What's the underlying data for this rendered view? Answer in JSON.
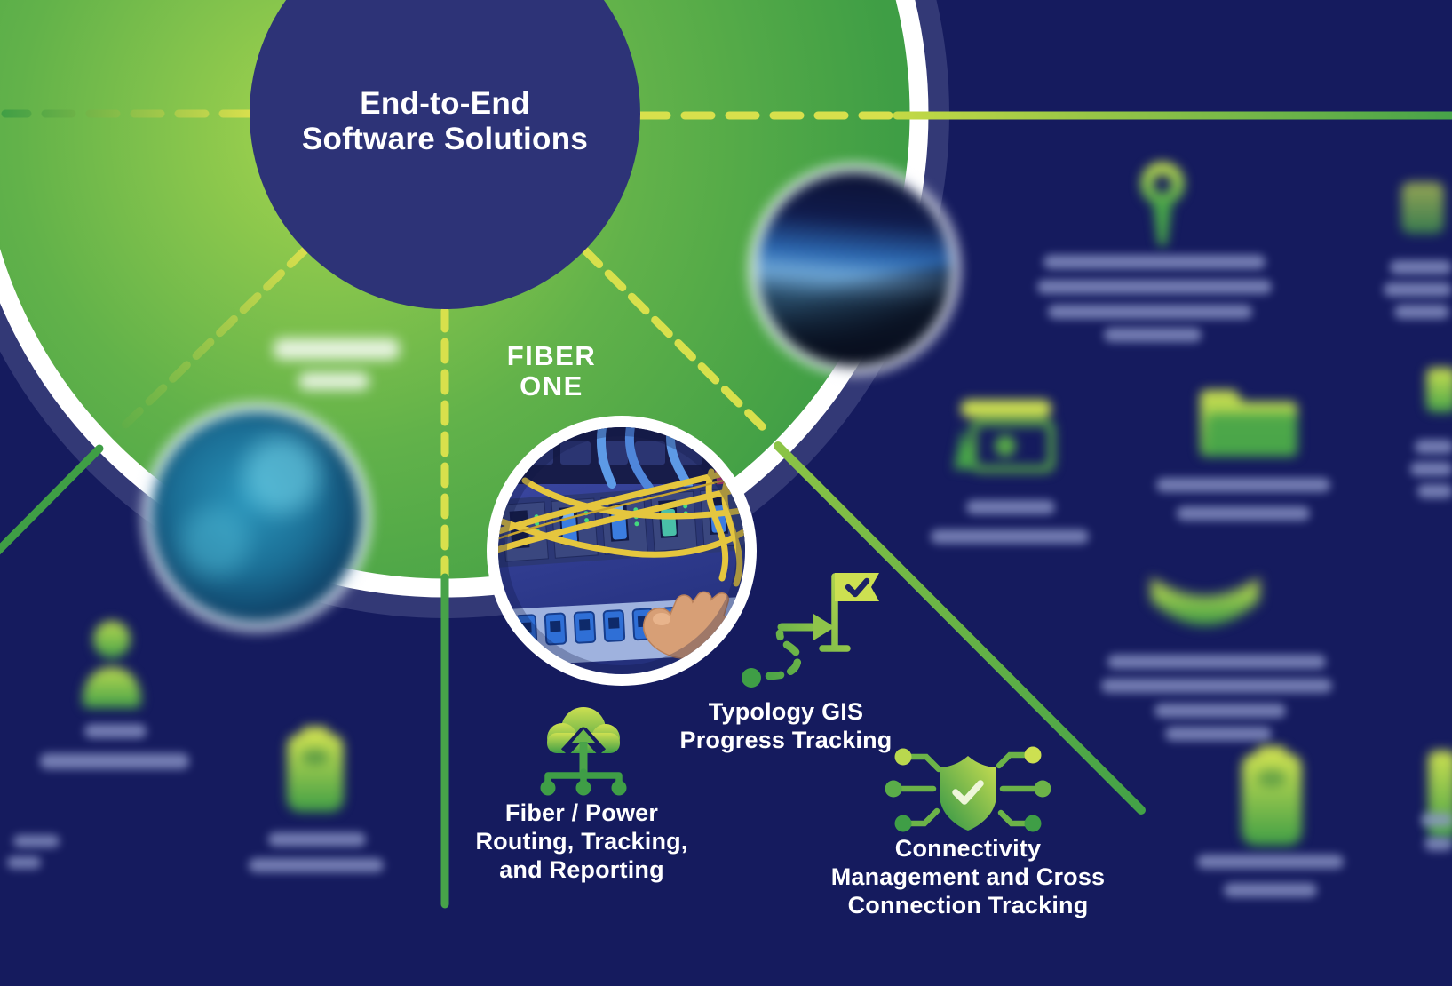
{
  "title": {
    "line1": "End-to-End",
    "line2": "Software Solutions"
  },
  "branch": {
    "name_line1": "FIBER",
    "name_line2": "ONE"
  },
  "features": [
    {
      "icon": "route-flag-icon",
      "lines": [
        "Typology GIS",
        "Progress Tracking"
      ]
    },
    {
      "icon": "cloud-network-icon",
      "lines": [
        "Fiber / Power",
        "Routing, Tracking,",
        "and Reporting"
      ]
    },
    {
      "icon": "shield-network-icon",
      "lines": [
        "Connectivity",
        "Management and Cross",
        "Connection Tracking"
      ]
    }
  ],
  "colors": {
    "background": "#151b5e",
    "hub_circle": "#2d3377",
    "green_circle_light": "#a6d54e",
    "green_circle_dark": "#3f9e45",
    "dash_yellow_green": "#d8e04c",
    "line_green": "#47a349",
    "icon_gradient_start": "#cde051",
    "icon_gradient_end": "#3f9e46",
    "text_white": "#ffffff"
  }
}
